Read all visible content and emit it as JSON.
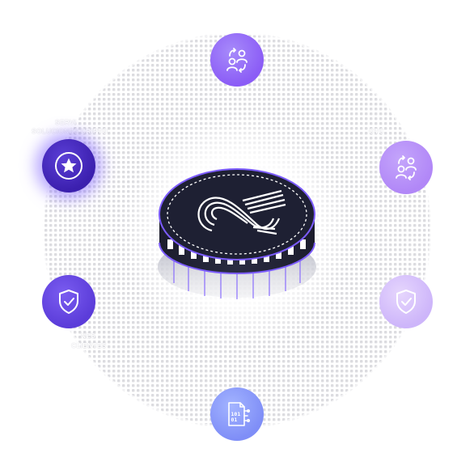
{
  "labels": {
    "top_left_line1": "SERVI",
    "top_left_line2": "SOLUCIONES CRIPTO",
    "right_top": "OTC",
    "bottom_left_line1": "NES",
    "bottom_left_line2": "CLIENTES"
  },
  "nodes": [
    {
      "position": "top",
      "icon": "user-exchange-icon",
      "color": "#8b5cf6"
    },
    {
      "position": "left-upper",
      "icon": "star-icon",
      "color": "#3b1fae"
    },
    {
      "position": "right-upper",
      "icon": "user-exchange-icon",
      "color": "#b187f7"
    },
    {
      "position": "left-lower",
      "icon": "shield-check-icon",
      "color": "#5b3cd9"
    },
    {
      "position": "right-lower",
      "icon": "shield-check-icon",
      "color": "#cdb5fa"
    },
    {
      "position": "bottom",
      "icon": "binary-document-icon",
      "color": "#7f8ef7"
    }
  ],
  "center": {
    "icon": "token-coin-logo-icon",
    "colors": {
      "face": "#1e2033",
      "rim": "#7c5cff",
      "stripe": "#ffffff"
    }
  },
  "background": {
    "dot_color": "#d9d9dd"
  }
}
